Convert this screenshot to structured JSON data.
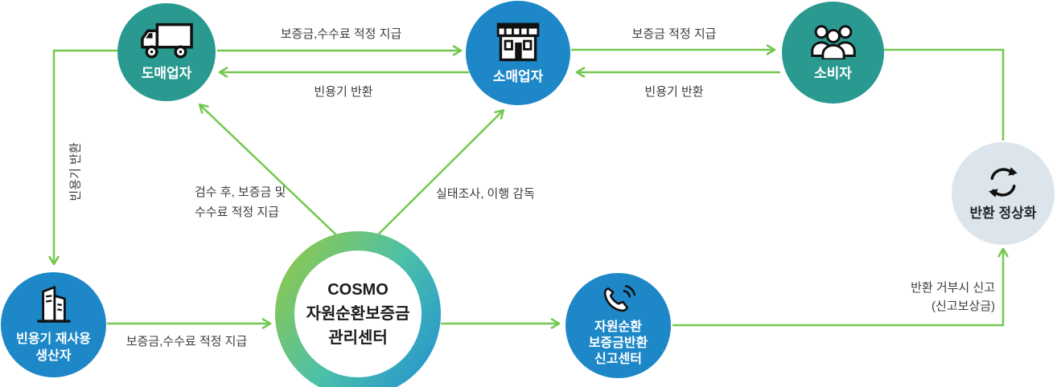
{
  "diagram": {
    "title_context": "자원순환보증금 관리센터 흐름도",
    "colors": {
      "teal_node": "#2a9a90",
      "blue_node": "#1d87c8",
      "light_node": "#dbe5eb",
      "arrow_green": "#74c850",
      "gradient_start": "#9aca3c",
      "gradient_end": "#1f8ed6",
      "label_text": "#3d3d3d"
    },
    "nodes": {
      "wholesaler": {
        "label": "도매업자",
        "icon": "truck-icon"
      },
      "retailer": {
        "label": "소매업자",
        "icon": "store-icon"
      },
      "consumer": {
        "label": "소비자",
        "icon": "people-icon"
      },
      "return_normalization": {
        "label": "반환 정상화",
        "icon": "recycle-icon"
      },
      "producer": {
        "label1": "빈용기 재사용",
        "label2": "생산자",
        "icon": "buildings-icon"
      },
      "management_center": {
        "line1": "COSMO",
        "line2": "자원순환보증금",
        "line3": "관리센터"
      },
      "report_center": {
        "line1": "자원순환",
        "line2": "보증금반환",
        "line3": "신고센터",
        "icon": "phone-icon"
      }
    },
    "edge_labels": {
      "wholesaler_to_retailer": "보증금,수수료 적정 지급",
      "retailer_to_wholesaler": "빈용기 반환",
      "retailer_to_consumer": "보증금 적정 지급",
      "consumer_to_retailer": "빈용기 반환",
      "wholesaler_to_producer": "빈용기 반환",
      "inspection_line1": "검수 후, 보증금 및",
      "inspection_line2": "수수료 적정 지급",
      "survey": "실태조사, 이행 감독",
      "producer_to_center": "보증금,수수료 적정 지급",
      "report_line1": "반환 거부시 신고",
      "report_line2": "(신고보상금)"
    }
  }
}
